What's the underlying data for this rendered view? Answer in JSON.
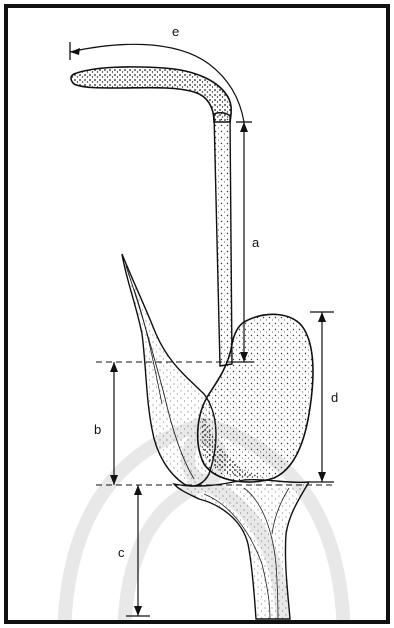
{
  "diagram": {
    "labels": {
      "a": "a",
      "b": "b",
      "c": "c",
      "d": "d",
      "e": "e"
    },
    "colors": {
      "ink": "#111111",
      "stipple": "#2a2a2a",
      "watermark": "#e6e6e6",
      "frame": "#111111"
    }
  }
}
